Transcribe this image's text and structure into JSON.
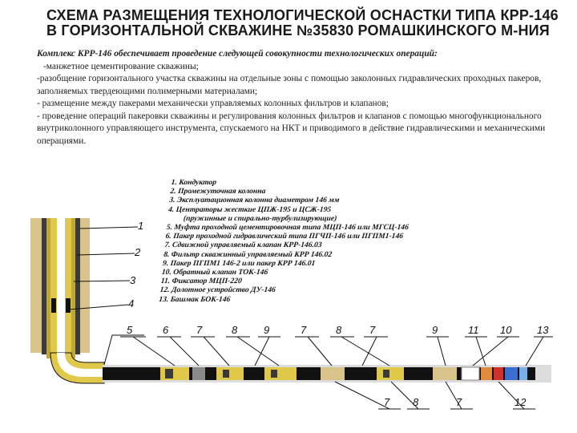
{
  "title": {
    "line1": "СХЕМА РАЗМЕЩЕНИЯ ТЕХНОЛОГИЧЕСКОЙ ОСНАСТКИ ТИПА КРР-146",
    "line2": "В ГОРИЗОНТАЛЬНОЙ СКВАЖИНЕ №35830 РОМАШКИНСКОГО М-НИЯ"
  },
  "description": {
    "lead": "Комплекс КРР-146 обеспечивает проведение следующей совокупности технологических операций:",
    "items": [
      "-манжетное цементирование скважины;",
      "-разобщение горизонтального участка скважины на отдельные зоны с помощью заколонных гидравлических проходных пакеров, заполняемых твердеющими полимерными материалами;",
      "- размещение между пакерами механически управляемых колонных фильтров и клапанов;",
      "- проведение операций пакеровки скважины и регулирования колонных фильтров и клапанов с помощью многофункционального внутриколонного управляющего инструмента, спускаемого на НКТ и приводимого в действие гидравлическими и механическими операциями."
    ]
  },
  "legend": [
    "1. Кондуктор",
    "2. Промежуточная колонна",
    "3. Эксплуатационная колонна диаметром 146 мм",
    "4. Центраторы жесткие ЦПЖ-195 и ЦСЖ-195",
    "(пружинные и спирально-турбулизирующие)",
    "5. Муфта проходной цементировочная типа МЦП-146 или МГСЦ-146",
    "6. Пакер проходной гидравлический типа ПГЧП-146 или ПГПМ1-146",
    "7. Сдвижной управляемый клапан КРР-146.03",
    "8. Фильтр скважинный управляемый КРР 146.02",
    "9. Пакер ПГПМ1 146-2 или пакер КРР 146.01",
    "10. Обратный клапан ТОК-146",
    "11. Фиксатор МЦП-220",
    "12. Долотное устройство ДУ-146",
    "13. Башмак БОК-146"
  ],
  "callouts": {
    "upper": [
      "1",
      "2",
      "3",
      "4"
    ],
    "top_row": [
      "5",
      "6",
      "7",
      "8",
      "9",
      "7",
      "8",
      "7",
      "9",
      "11",
      "10",
      "13"
    ],
    "bottom_row": [
      "7",
      "8",
      "7",
      "12"
    ]
  },
  "colors": {
    "casing_yellow": "#e0c84a",
    "pipe_black": "#111111",
    "dark_section": "#3a3a3a",
    "sand": "#d8c48a",
    "packer_red": "#d0302a",
    "bit_blue": "#3a6fd0",
    "valve_orange": "#e08a3c"
  }
}
